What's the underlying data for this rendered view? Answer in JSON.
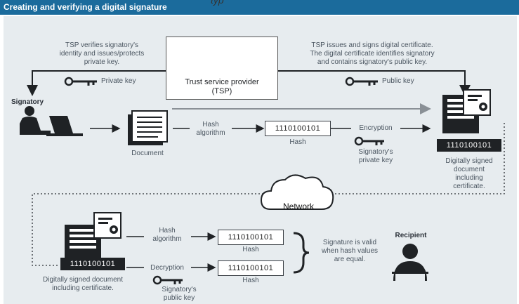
{
  "title": "Creating and verifying a digital signature",
  "top_cut_text": "typ",
  "tsp": {
    "label_line1": "Trust service provider",
    "label_line2": "(TSP)"
  },
  "notes": {
    "tsp_left_1": "TSP verifies signatory's",
    "tsp_left_2": "identity and issues/protects",
    "tsp_left_3": "private key.",
    "tsp_right_1": "TSP issues and signs digital certificate.",
    "tsp_right_2": "The digital certificate identifies signatory",
    "tsp_right_3": "and contains signatory's public key."
  },
  "keys": {
    "private_key": "Private key",
    "public_key": "Public key"
  },
  "signatory": "Signatory",
  "document": "Document",
  "hash_algorithm_1": "Hash",
  "hash_algorithm_2": "algorithm",
  "hash_value": "1110100101",
  "hash_label": "Hash",
  "encryption": "Encryption",
  "signatory_private_key_1": "Signatory's",
  "signatory_private_key_2": "private key",
  "signed_doc_right_1": "Digitally signed",
  "signed_doc_right_2": "document",
  "signed_doc_right_3": "including",
  "signed_doc_right_4": "certificate.",
  "network": "Network",
  "signed_doc_left_1": "Digitally signed document",
  "signed_doc_left_2": "including certificate.",
  "decryption": "Decryption",
  "signatory_public_key_1": "Signatory's",
  "signatory_public_key_2": "public key",
  "valid_1": "Signature is valid",
  "valid_2": "when hash values",
  "valid_3": "are equal.",
  "recipient": "Recipient",
  "colors": {
    "title_bar": "#1b6b9c",
    "panel": "#e7ecef",
    "dark": "#1f2225",
    "arrow": "#1f2225",
    "muted_arrow": "#8a9096"
  }
}
